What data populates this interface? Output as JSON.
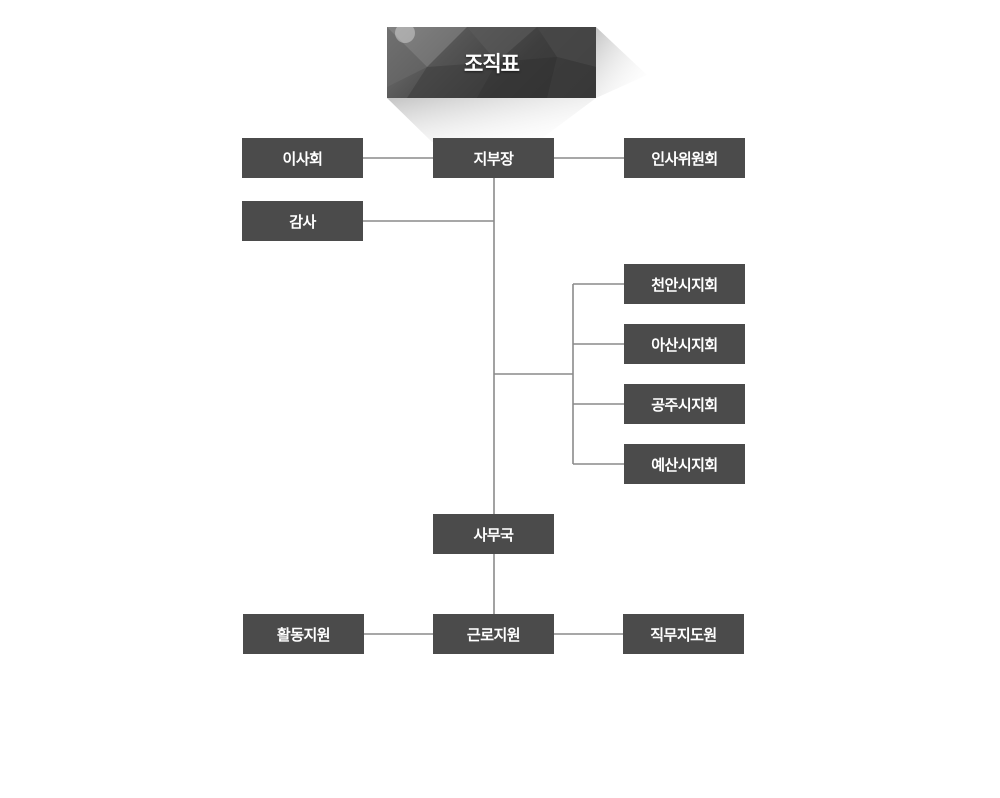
{
  "title": "조직표",
  "colors": {
    "box": "#4b4b4b",
    "line": "#8a8a8a",
    "text": "#ffffff"
  },
  "nodes": {
    "board": "이사회",
    "chief": "지부장",
    "hr_committee": "인사위원회",
    "audit": "감사",
    "cheonan": "천안시지회",
    "asan": "아산시지회",
    "gongju": "공주시지회",
    "yesan": "예산시지회",
    "secretariat": "사무국",
    "activity_support": "활동지원",
    "labor_support": "근로지원",
    "job_coach": "직무지도원"
  }
}
